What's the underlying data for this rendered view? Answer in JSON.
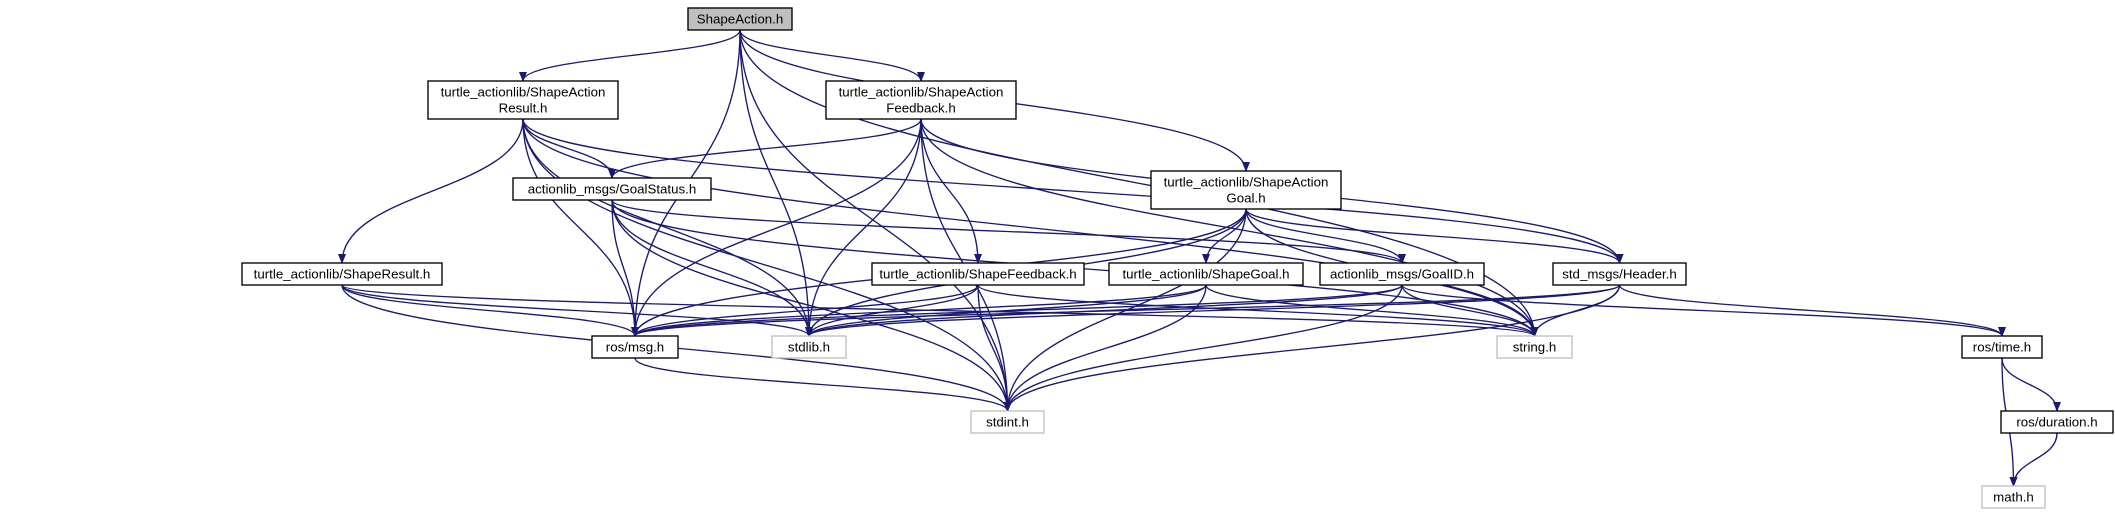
{
  "diagram": {
    "colors": {
      "edge": "#191970",
      "root_fill": "#bfbfbf",
      "border_local": "#000000",
      "border_system": "#bfbfbf",
      "text": "#000000"
    },
    "nodes": {
      "shape_action": {
        "lines": [
          "ShapeAction.h"
        ],
        "kind": "root"
      },
      "action_result": {
        "lines": [
          "turtle_actionlib/ShapeAction",
          "Result.h"
        ],
        "kind": "local"
      },
      "action_feedback": {
        "lines": [
          "turtle_actionlib/ShapeAction",
          "Feedback.h"
        ],
        "kind": "local"
      },
      "action_goal": {
        "lines": [
          "turtle_actionlib/ShapeAction",
          "Goal.h"
        ],
        "kind": "local"
      },
      "goal_status": {
        "lines": [
          "actionlib_msgs/GoalStatus.h"
        ],
        "kind": "local"
      },
      "shape_result": {
        "lines": [
          "turtle_actionlib/ShapeResult.h"
        ],
        "kind": "local"
      },
      "shape_feedback": {
        "lines": [
          "turtle_actionlib/ShapeFeedback.h"
        ],
        "kind": "local"
      },
      "shape_goal": {
        "lines": [
          "turtle_actionlib/ShapeGoal.h"
        ],
        "kind": "local"
      },
      "goal_id": {
        "lines": [
          "actionlib_msgs/GoalID.h"
        ],
        "kind": "local"
      },
      "header": {
        "lines": [
          "std_msgs/Header.h"
        ],
        "kind": "local"
      },
      "ros_msg": {
        "lines": [
          "ros/msg.h"
        ],
        "kind": "local"
      },
      "stdlib": {
        "lines": [
          "stdlib.h"
        ],
        "kind": "system"
      },
      "string": {
        "lines": [
          "string.h"
        ],
        "kind": "system"
      },
      "ros_time": {
        "lines": [
          "ros/time.h"
        ],
        "kind": "local"
      },
      "stdint": {
        "lines": [
          "stdint.h"
        ],
        "kind": "system"
      },
      "ros_duration": {
        "lines": [
          "ros/duration.h"
        ],
        "kind": "local"
      },
      "math": {
        "lines": [
          "math.h"
        ],
        "kind": "system"
      }
    },
    "edges": [
      [
        "shape_action",
        "action_result"
      ],
      [
        "shape_action",
        "action_feedback"
      ],
      [
        "shape_action",
        "action_goal"
      ],
      [
        "shape_action",
        "stdint"
      ],
      [
        "shape_action",
        "string"
      ],
      [
        "shape_action",
        "ros_msg"
      ],
      [
        "shape_action",
        "stdlib"
      ],
      [
        "action_result",
        "goal_status"
      ],
      [
        "action_result",
        "shape_result"
      ],
      [
        "action_result",
        "header"
      ],
      [
        "action_result",
        "stdint"
      ],
      [
        "action_result",
        "string"
      ],
      [
        "action_result",
        "ros_msg"
      ],
      [
        "action_result",
        "stdlib"
      ],
      [
        "action_feedback",
        "goal_status"
      ],
      [
        "action_feedback",
        "shape_feedback"
      ],
      [
        "action_feedback",
        "header"
      ],
      [
        "action_feedback",
        "stdint"
      ],
      [
        "action_feedback",
        "string"
      ],
      [
        "action_feedback",
        "ros_msg"
      ],
      [
        "action_feedback",
        "stdlib"
      ],
      [
        "action_goal",
        "goal_id"
      ],
      [
        "action_goal",
        "shape_goal"
      ],
      [
        "action_goal",
        "header"
      ],
      [
        "action_goal",
        "stdint"
      ],
      [
        "action_goal",
        "string"
      ],
      [
        "action_goal",
        "ros_msg"
      ],
      [
        "action_goal",
        "stdlib"
      ],
      [
        "goal_status",
        "goal_id"
      ],
      [
        "goal_status",
        "stdint"
      ],
      [
        "goal_status",
        "string"
      ],
      [
        "goal_status",
        "ros_msg"
      ],
      [
        "goal_status",
        "stdlib"
      ],
      [
        "shape_result",
        "stdint"
      ],
      [
        "shape_result",
        "string"
      ],
      [
        "shape_result",
        "ros_msg"
      ],
      [
        "shape_result",
        "stdlib"
      ],
      [
        "shape_feedback",
        "stdint"
      ],
      [
        "shape_feedback",
        "string"
      ],
      [
        "shape_feedback",
        "ros_msg"
      ],
      [
        "shape_feedback",
        "stdlib"
      ],
      [
        "shape_goal",
        "stdint"
      ],
      [
        "shape_goal",
        "string"
      ],
      [
        "shape_goal",
        "ros_msg"
      ],
      [
        "shape_goal",
        "stdlib"
      ],
      [
        "goal_id",
        "ros_time"
      ],
      [
        "goal_id",
        "stdint"
      ],
      [
        "goal_id",
        "string"
      ],
      [
        "goal_id",
        "ros_msg"
      ],
      [
        "goal_id",
        "stdlib"
      ],
      [
        "header",
        "ros_time"
      ],
      [
        "header",
        "stdint"
      ],
      [
        "header",
        "string"
      ],
      [
        "header",
        "ros_msg"
      ],
      [
        "header",
        "stdlib"
      ],
      [
        "ros_msg",
        "stdint"
      ],
      [
        "ros_time",
        "ros_duration"
      ],
      [
        "ros_time",
        "math"
      ],
      [
        "ros_duration",
        "math"
      ]
    ]
  }
}
